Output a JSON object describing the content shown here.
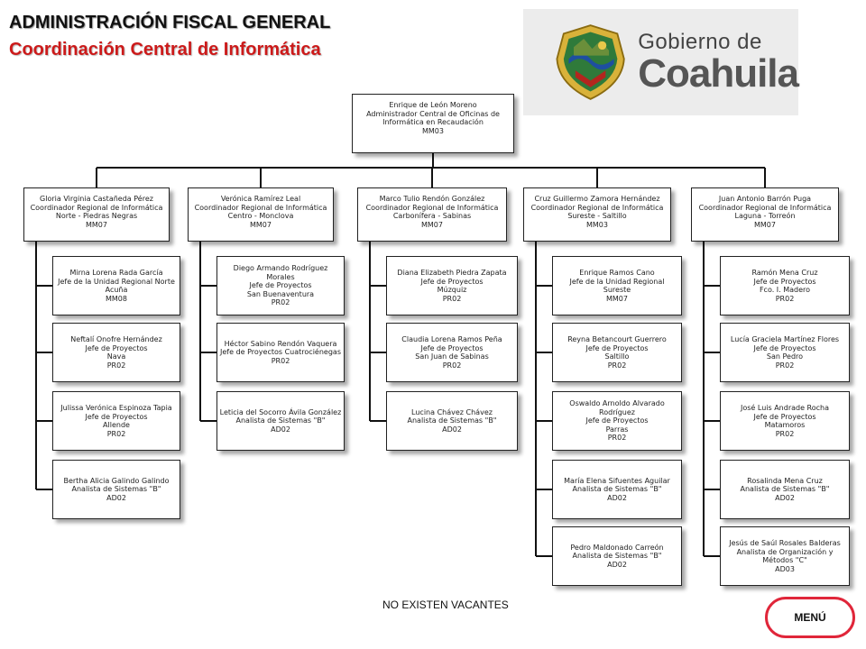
{
  "header": {
    "title": "ADMINISTRACIÓN FISCAL GENERAL",
    "subtitle": "Coordinación Central de Informática"
  },
  "logo": {
    "line1": "Gobierno de",
    "line2": "Coahuila"
  },
  "org": {
    "root": [
      "Enrique de León Moreno",
      "Administrador Central de Oficinas de",
      "Informática en Recaudación",
      "MM03"
    ],
    "columns": [
      {
        "head": [
          "Gloria Virginia Castañeda Pérez",
          "Coordinador Regional de Informática",
          "Norte - Piedras Negras",
          "MM07"
        ],
        "members": [
          [
            "Mirna Lorena Rada García",
            "Jefe de la Unidad Regional Norte",
            "Acuña",
            "MM08"
          ],
          [
            "Neftalí Onofre Hernández",
            "Jefe de Proyectos",
            "Nava",
            "PR02"
          ],
          [
            "Julissa Verónica Espinoza Tapia",
            "Jefe de Proyectos",
            "Allende",
            "PR02"
          ],
          [
            "Bertha Alicia Galindo Galindo",
            "Analista de Sistemas \"B\"",
            "AD02"
          ]
        ]
      },
      {
        "head": [
          "Verónica Ramírez Leal",
          "Coordinador Regional de Informática",
          "Centro - Monclova",
          "MM07"
        ],
        "members": [
          [
            "Diego Armando Rodríguez Morales",
            "Jefe de Proyectos",
            "San Buenaventura",
            "PR02"
          ],
          [
            "Héctor Sabino Rendón Vaquera",
            "Jefe de Proyectos Cuatrociénegas",
            "PR02"
          ],
          [
            "Leticia del Socorro Ávila González",
            "Analista de Sistemas \"B\"",
            "AD02"
          ]
        ]
      },
      {
        "head": [
          "Marco Tulio Rendón González",
          "Coordinador Regional de Informática",
          "Carbonífera - Sabinas",
          "MM07"
        ],
        "members": [
          [
            "Diana Elizabeth Piedra Zapata",
            "Jefe de Proyectos",
            "Múzquiz",
            "PR02"
          ],
          [
            "Claudia Lorena Ramos Peña",
            "Jefe de Proyectos",
            "San Juan de Sabinas",
            "PR02"
          ],
          [
            "Lucina Chávez Chávez",
            "Analista de Sistemas \"B\"",
            "AD02"
          ]
        ]
      },
      {
        "head": [
          "Cruz Guillermo Zamora Hernández",
          "Coordinador Regional de Informática",
          "Sureste - Saltillo",
          "MM03"
        ],
        "members": [
          [
            "Enrique Ramos Cano",
            "Jefe de la Unidad Regional",
            "Sureste",
            "MM07"
          ],
          [
            "Reyna Betancourt Guerrero",
            "Jefe de Proyectos",
            "Saltillo",
            "PR02"
          ],
          [
            "Oswaldo Arnoldo Alvarado",
            "Rodríguez",
            "Jefe de Proyectos",
            "Parras",
            "PR02"
          ],
          [
            "María Elena Sifuentes Aguilar",
            "Analista de Sistemas \"B\"",
            "AD02"
          ],
          [
            "Pedro Maldonado Carreón",
            "Analista de Sistemas \"B\"",
            "AD02"
          ]
        ]
      },
      {
        "head": [
          "Juan Antonio Barrón Puga",
          "Coordinador Regional de Informática",
          "Laguna - Torreón",
          "MM07"
        ],
        "members": [
          [
            "Ramón Mena Cruz",
            "Jefe de Proyectos",
            "Fco. I. Madero",
            "PR02"
          ],
          [
            "Lucía Graciela Martínez Flores",
            "Jefe de Proyectos",
            "San Pedro",
            "PR02"
          ],
          [
            "José Luis Andrade Rocha",
            "Jefe de Proyectos",
            "Matamoros",
            "PR02"
          ],
          [
            "Rosalinda Mena Cruz",
            "Analista de Sistemas \"B\"",
            "AD02"
          ],
          [
            "Jesús de Saúl Rosales Balderas",
            "Analista de Organización y",
            "Métodos \"C\"",
            "AD03"
          ]
        ]
      }
    ]
  },
  "footer": {
    "note": "NO EXISTEN VACANTES",
    "menu_label": "MENÚ"
  },
  "colors": {
    "accent_red": "#cc1a1a",
    "menu_border": "#e0263a"
  }
}
